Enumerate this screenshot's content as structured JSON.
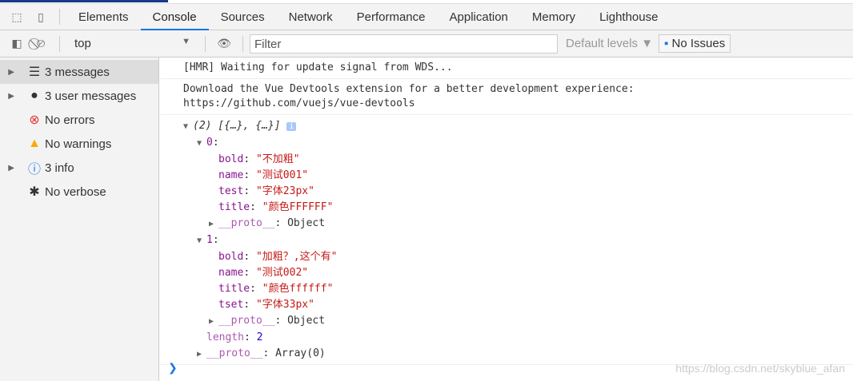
{
  "tabs": [
    "Elements",
    "Console",
    "Sources",
    "Network",
    "Performance",
    "Application",
    "Memory",
    "Lighthouse"
  ],
  "toolbar": {
    "context": "top",
    "filter_placeholder": "Filter",
    "levels": "Default levels ▼",
    "issues": "No Issues"
  },
  "sidebar": [
    {
      "label": "3 messages",
      "icon": "list-icon"
    },
    {
      "label": "3 user messages",
      "icon": "user-icon"
    },
    {
      "label": "No errors",
      "icon": "error-icon"
    },
    {
      "label": "No warnings",
      "icon": "warning-icon"
    },
    {
      "label": "3 info",
      "icon": "info-icon"
    },
    {
      "label": "No verbose",
      "icon": "bug-icon"
    }
  ],
  "console": {
    "hmr": "[HMR] Waiting for update signal from WDS...",
    "devtools": "Download the Vue Devtools extension for a better development experience:",
    "link": "https://github.com/vuejs/vue-devtools",
    "array_summary": "(2) [{…}, {…}]",
    "items": [
      {
        "index": "0",
        "props": [
          [
            "bold",
            "\"不加粗\""
          ],
          [
            "name",
            "\"测试001\""
          ],
          [
            "test",
            "\"字体23px\""
          ],
          [
            "title",
            "\"颜色FFFFFF\""
          ]
        ]
      },
      {
        "index": "1",
        "props": [
          [
            "bold",
            "\"加粗？,这个有\""
          ],
          [
            "name",
            "\"测试002\""
          ],
          [
            "title",
            "\"颜色ffffff\""
          ],
          [
            "tset",
            "\"字体33px\""
          ]
        ]
      }
    ],
    "proto_key": "__proto__",
    "proto_object": "Object",
    "length_key": "length",
    "length_value": "2",
    "proto_array": "Array(0)"
  },
  "watermark": "https://blog.csdn.net/skyblue_afan"
}
